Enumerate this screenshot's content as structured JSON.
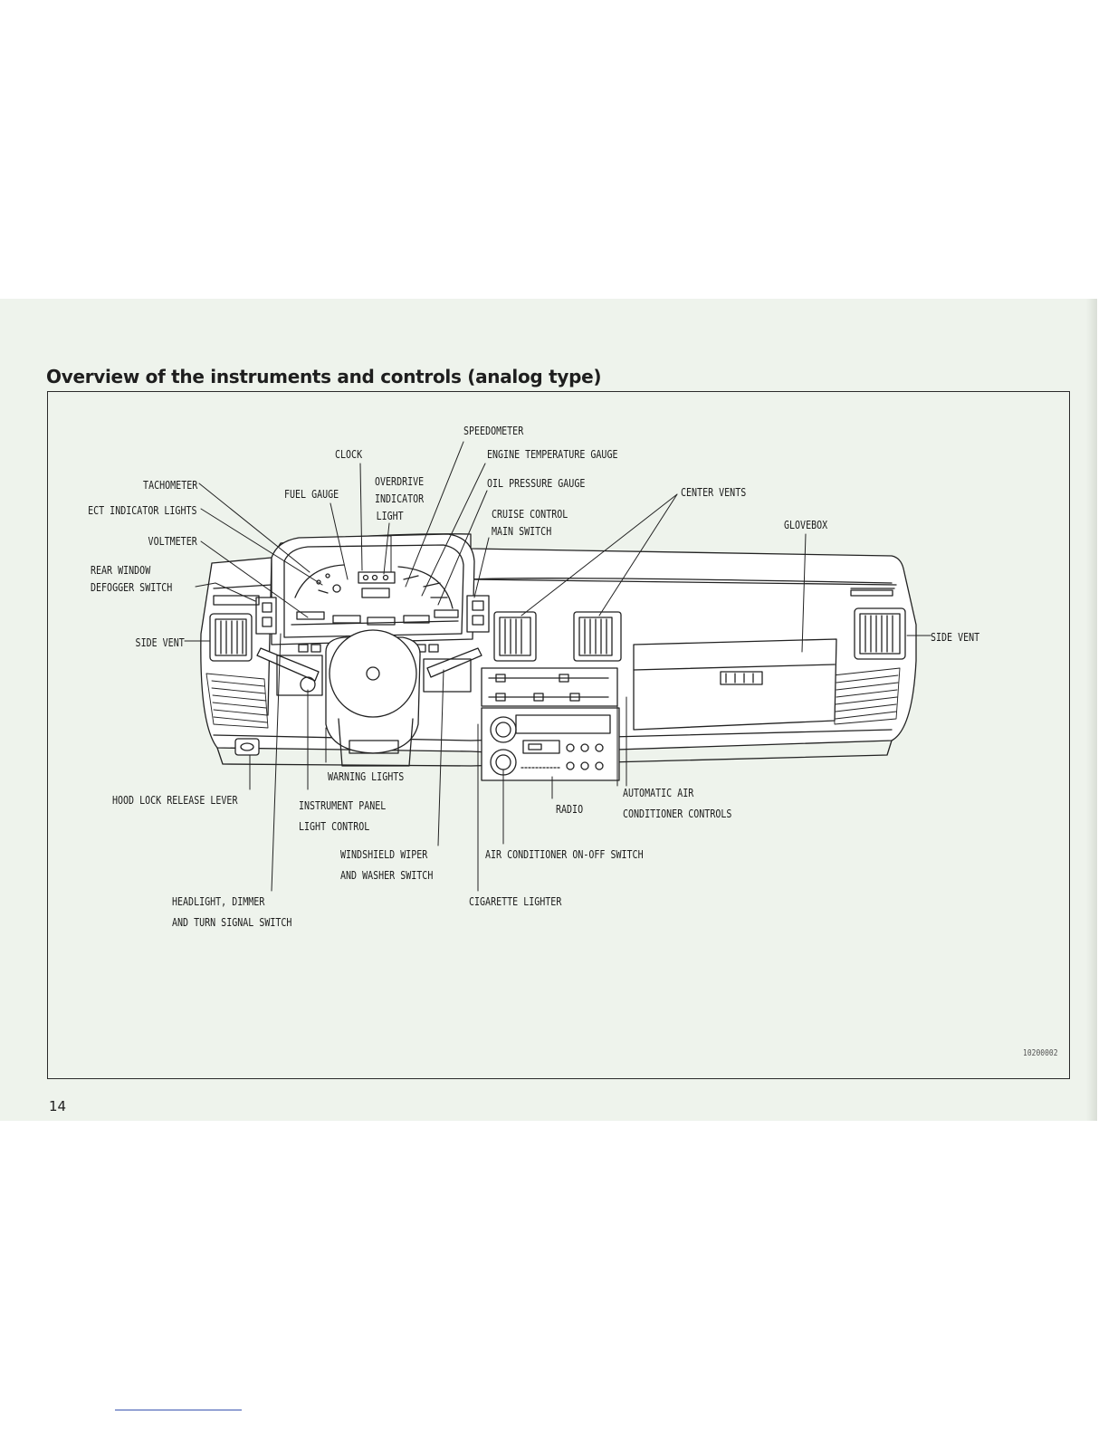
{
  "page": {
    "title": "Overview of the instruments and controls (analog type)",
    "page_number": "14",
    "figure_id": "10200002"
  },
  "callouts": [
    {
      "key": "speedometer",
      "text": "SPEEDOMETER"
    },
    {
      "key": "clock",
      "text": "CLOCK"
    },
    {
      "key": "engine_temp",
      "text": "ENGINE TEMPERATURE GAUGE"
    },
    {
      "key": "tachometer",
      "text": "TACHOMETER"
    },
    {
      "key": "fuel_gauge",
      "text": "FUEL GAUGE"
    },
    {
      "key": "overdrive",
      "lines": [
        "OVERDRIVE",
        "INDICATOR",
        "LIGHT"
      ]
    },
    {
      "key": "oil_pressure",
      "text": "OIL PRESSURE GAUGE"
    },
    {
      "key": "center_vents",
      "text": "CENTER VENTS"
    },
    {
      "key": "ect",
      "text": "ECT INDICATOR LIGHTS"
    },
    {
      "key": "cruise",
      "lines": [
        "CRUISE CONTROL",
        "MAIN SWITCH"
      ]
    },
    {
      "key": "glovebox",
      "text": "GLOVEBOX"
    },
    {
      "key": "voltmeter",
      "text": "VOLTMETER"
    },
    {
      "key": "rear_defogger",
      "lines": [
        "REAR WINDOW",
        "DEFOGGER SWITCH"
      ]
    },
    {
      "key": "side_vent_left",
      "text": "SIDE VENT"
    },
    {
      "key": "side_vent_right",
      "text": "SIDE VENT"
    },
    {
      "key": "warning_lights",
      "text": "WARNING LIGHTS"
    },
    {
      "key": "hood_lock",
      "text": "HOOD LOCK RELEASE LEVER"
    },
    {
      "key": "panel_light",
      "lines": [
        "INSTRUMENT PANEL",
        "LIGHT CONTROL"
      ]
    },
    {
      "key": "radio",
      "text": "RADIO"
    },
    {
      "key": "auto_ac",
      "lines": [
        "AUTOMATIC AIR",
        "CONDITIONER CONTROLS"
      ]
    },
    {
      "key": "wiper",
      "lines": [
        "WINDSHIELD WIPER",
        "AND WASHER SWITCH"
      ]
    },
    {
      "key": "ac_switch",
      "text": "AIR CONDITIONER ON-OFF SWITCH"
    },
    {
      "key": "headlight",
      "lines": [
        "HEADLIGHT, DIMMER",
        "AND TURN SIGNAL SWITCH"
      ]
    },
    {
      "key": "lighter",
      "text": "CIGARETTE LIGHTER"
    }
  ]
}
